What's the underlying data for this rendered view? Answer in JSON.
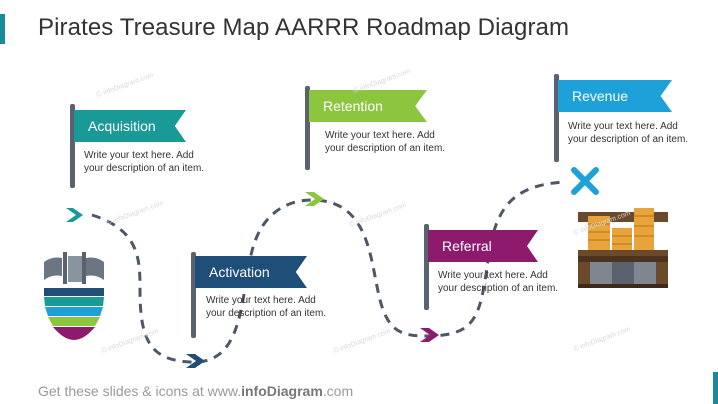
{
  "title": "Pirates Treasure Map AARRR Roadmap Diagram",
  "footer": {
    "prefix": "Get these slides & icons at www.",
    "brand": "infoDiagram",
    "suffix": ".com"
  },
  "watermark_text": "© infoDiagram.com",
  "stages": [
    {
      "label": "Acquisition",
      "color": "#1a9a96",
      "description": "Write your text here. Add your description of an item."
    },
    {
      "label": "Activation",
      "color": "#1f4e79",
      "description": "Write your text here. Add your description of an item."
    },
    {
      "label": "Retention",
      "color": "#8cc63f",
      "description": "Write your text here. Add your description of an item."
    },
    {
      "label": "Referral",
      "color": "#8e1a6e",
      "description": "Write your text here. Add your description of an item."
    },
    {
      "label": "Revenue",
      "color": "#1ea1d9",
      "description": "Write your text here. Add your description of an item."
    }
  ],
  "colors": {
    "path": "#4e5766",
    "ship_hull": [
      "#1f4e79",
      "#1a9a96",
      "#1ea1d9",
      "#8cc63f",
      "#8e1a6e"
    ],
    "x_mark": "#1ea1d9",
    "chest_wood": "#6b4a2b",
    "gold": "#e8a33a"
  }
}
